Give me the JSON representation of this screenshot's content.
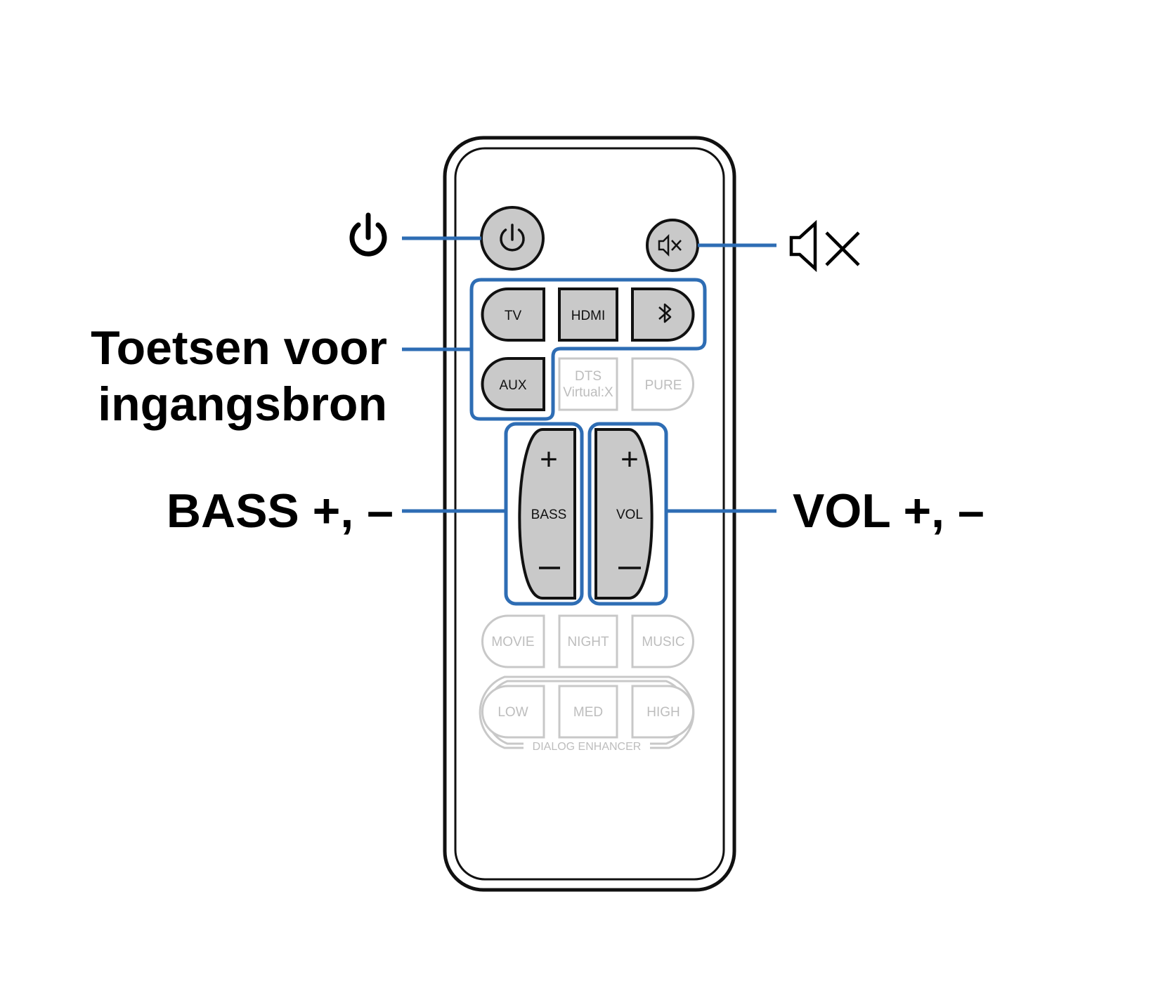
{
  "callouts": {
    "input_keys_line1": "Toetsen voor",
    "input_keys_line2": "ingangsbron",
    "bass": "BASS +, –",
    "vol": "VOL +, –"
  },
  "remote": {
    "top_buttons": [
      {
        "name": "power-button",
        "icon": "power-icon"
      },
      {
        "name": "mute-button",
        "icon": "mute-icon"
      }
    ],
    "input_buttons": [
      "TV",
      "HDMI",
      "AUX"
    ],
    "bluetooth_button": {
      "icon": "bluetooth-icon"
    },
    "inactive_row1": {
      "dts_line1": "DTS",
      "dts_line2": "Virtual:X",
      "pure": "PURE"
    },
    "rockers": {
      "bass": {
        "label": "BASS",
        "plus": "+",
        "minus": "–"
      },
      "vol": {
        "label": "VOL",
        "plus": "+",
        "minus": "–"
      }
    },
    "sound_modes": [
      "MOVIE",
      "NIGHT",
      "MUSIC"
    ],
    "dialog_levels": [
      "LOW",
      "MED",
      "HIGH"
    ],
    "dialog_group_label": "DIALOG ENHANCER"
  },
  "colors": {
    "highlight": "#2e6db4",
    "active_button": "#c9c9c9",
    "inactive_outline": "#c8c8c8",
    "outline": "#111111"
  }
}
